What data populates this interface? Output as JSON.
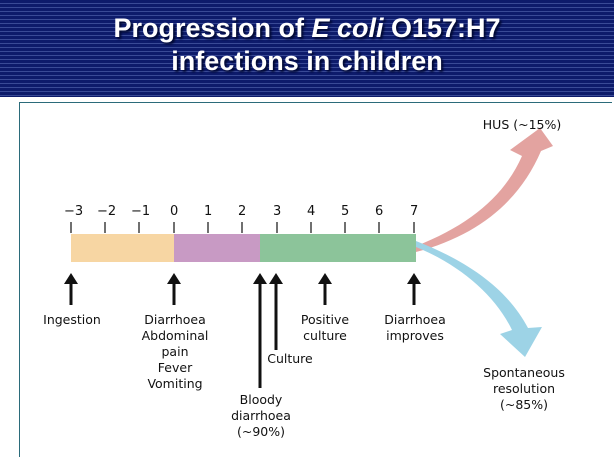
{
  "title": {
    "part1": "Progression of ",
    "organism": "E coli",
    "part2": " O157:H7",
    "line2": "infections in children"
  },
  "timeline": {
    "ticks": [
      "−3",
      "−2",
      "−1",
      "0",
      "1",
      "2",
      "3",
      "4",
      "5",
      "6",
      "7"
    ],
    "segments": [
      {
        "from": -3,
        "to": 0,
        "color": "#f7d6a3"
      },
      {
        "from": 0,
        "to": 2.5,
        "color": "#c89ac4"
      },
      {
        "from": 2.5,
        "to": 7,
        "color": "#8cc49a"
      }
    ]
  },
  "events": {
    "ingestion": "Ingestion",
    "diarrhoea_lines": [
      "Diarrhoea",
      "Abdominal",
      "pain",
      "Fever",
      "Vomiting"
    ],
    "bloody_lines": [
      "Bloody",
      "diarrhoea",
      "(~90%)"
    ],
    "culture": "Culture",
    "positive_lines": [
      "Positive",
      "culture"
    ],
    "improves_lines": [
      "Diarrhoea",
      "improves"
    ]
  },
  "outcomes": {
    "hus": "HUS (~15%)",
    "hus_color": "#e3a3a0",
    "resolution_lines": [
      "Spontaneous",
      "resolution",
      "(~85%)"
    ],
    "resolution_color": "#9dd3e6"
  }
}
